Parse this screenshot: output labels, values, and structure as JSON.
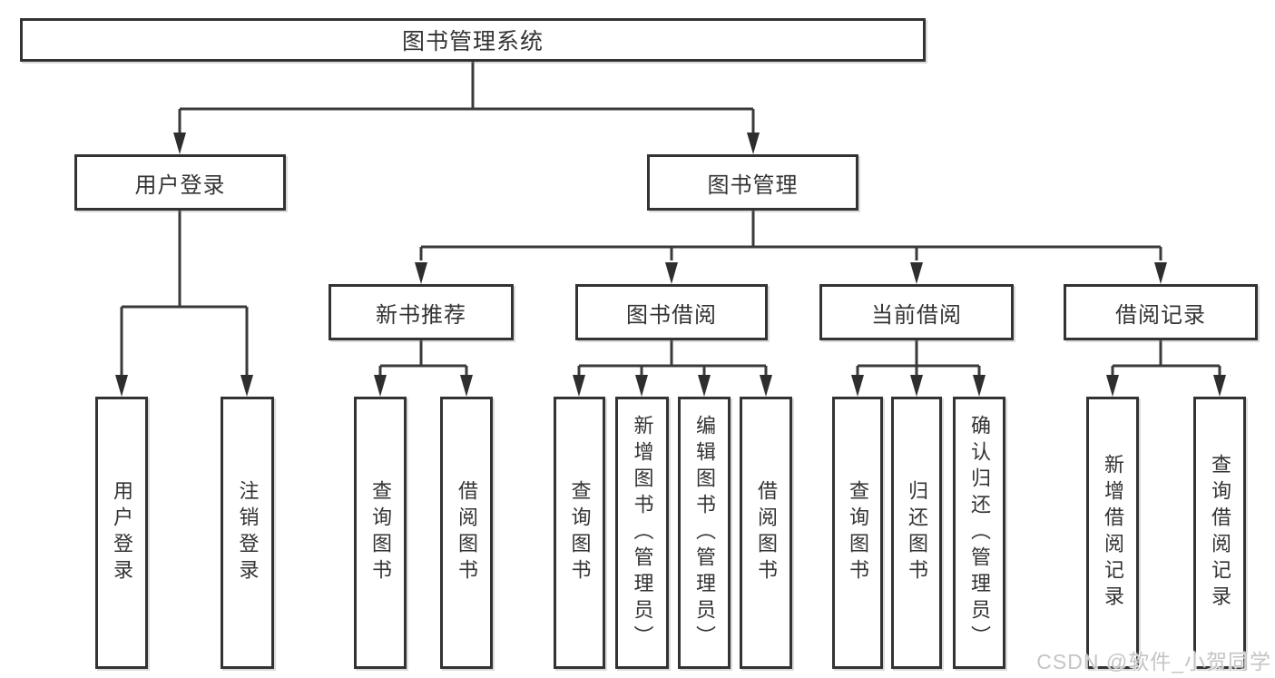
{
  "diagram": {
    "title": "图书管理系统",
    "level2": {
      "user_login": "用户登录",
      "book_management": "图书管理"
    },
    "level3": {
      "new_book_recommend": "新书推荐",
      "book_borrow": "图书借阅",
      "current_borrow": "当前借阅",
      "borrow_records": "借阅记录"
    },
    "leaves": {
      "user_login_children": [
        "用户登录",
        "注销登录"
      ],
      "new_book_recommend_children": [
        "查询图书",
        "借阅图书"
      ],
      "book_borrow_children": [
        "查询图书",
        "新增图书（管理员）",
        "编辑图书（管理员）",
        "借阅图书"
      ],
      "current_borrow_children": [
        "查询图书",
        "归还图书",
        "确认归还（管理员）"
      ],
      "borrow_records_children": [
        "新增借阅记录",
        "查询借阅记录"
      ]
    }
  },
  "watermark": {
    "text": "CSDN @软件_小贺同学",
    "color": "#c5c5c5"
  },
  "colors": {
    "line": "#3a3a3a",
    "box_border": "#333333",
    "text": "#333333",
    "background": "#ffffff"
  }
}
